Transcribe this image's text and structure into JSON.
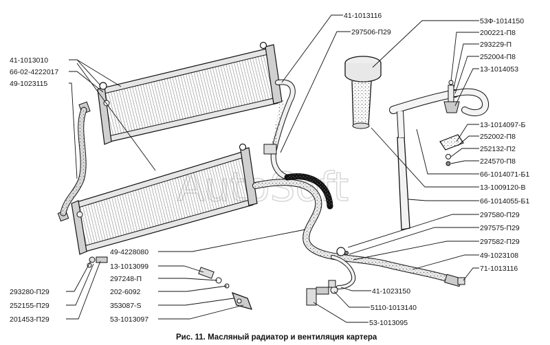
{
  "caption": "Рис. 11. Масляный радиатор и вентиляция картера",
  "watermark": "AutoSoft",
  "labels": {
    "l1": "41-1013010",
    "l2": "66-02-4222017",
    "l3": "49-1023115",
    "l4": "41-1013116",
    "l5": "297506-П29",
    "l6": "53Ф-1014150",
    "l7": "200221-П8",
    "l8": "293229-П",
    "l9": "252004-П8",
    "l10": "13-1014053",
    "l11": "13-1014097-Б",
    "l12": "252002-П8",
    "l13": "252132-П2",
    "l14": "224570-П8",
    "l15": "66-1014071-Б1",
    "l16": "13-1009120-В",
    "l17": "66-1014055-Б1",
    "l18": "297580-П29",
    "l19": "297575-П29",
    "l20": "297582-П29",
    "l21": "49-1023108",
    "l22": "71-1013116",
    "l23": "49-4228080",
    "l24": "13-1013099",
    "l25": "297248-П",
    "l26": "202-6092",
    "l27": "353087-S",
    "l28": "53-1013097",
    "l29": "293280-П29",
    "l30": "252155-П29",
    "l31": "201453-П29",
    "l32": "41-1023150",
    "l33": "5110-1013140",
    "l34": "53-1013095"
  }
}
